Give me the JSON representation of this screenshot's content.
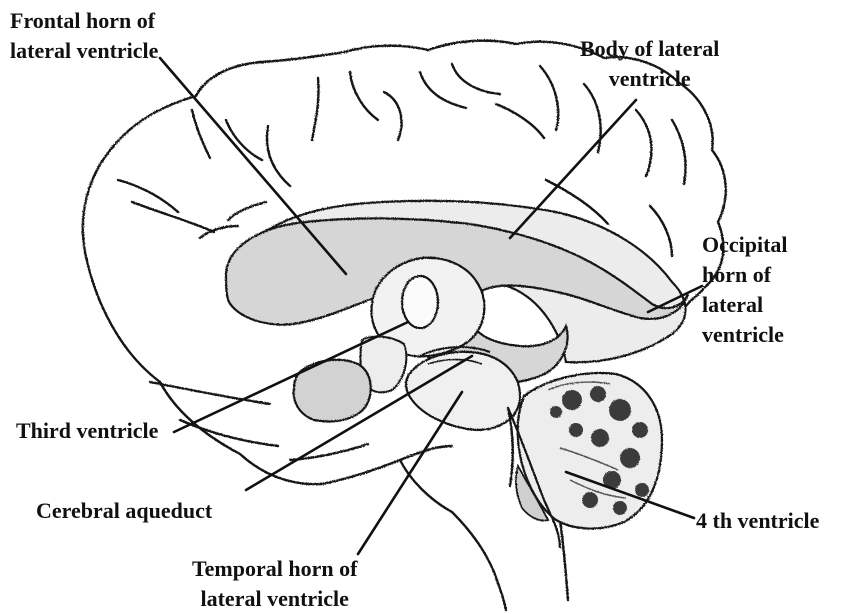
{
  "labels": {
    "frontal_horn": [
      "Frontal horn of",
      "lateral ventricle"
    ],
    "body": [
      "Body of lateral",
      "ventricle"
    ],
    "occipital_horn": [
      "Occipital",
      "horn of",
      "lateral",
      "ventricle"
    ],
    "third_ventricle": "Third ventricle",
    "cerebral_aqueduct": "Cerebral aqueduct",
    "fourth_ventricle": "4 th ventricle",
    "temporal_horn": [
      "Temporal horn of",
      "lateral ventricle"
    ]
  },
  "colors": {
    "outline": "#161616",
    "ventricle_fill": "#d4d4d4",
    "ventricle_light": "#ededed",
    "cerebellum_dark": "#3a3a3a",
    "background": "#ffffff"
  }
}
